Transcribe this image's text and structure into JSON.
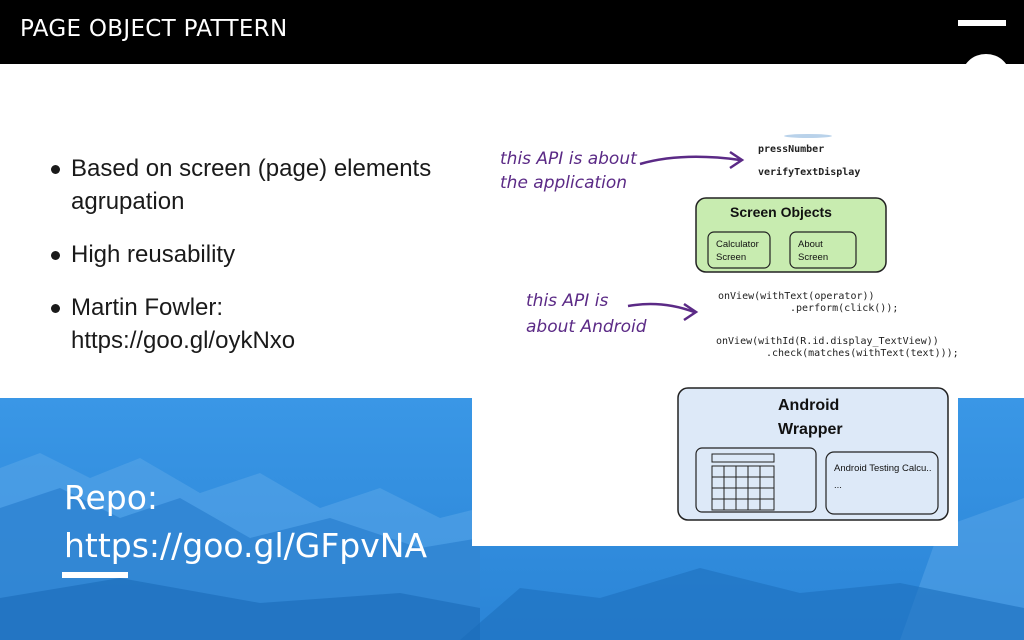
{
  "header": {
    "title": "PAGE OBJECT PATTERN"
  },
  "bullets": [
    {
      "text": "Based on screen (page) elements agrupation"
    },
    {
      "text": "High reusability"
    },
    {
      "text": "Martin Fowler: https://goo.gl/oykNxo"
    }
  ],
  "repo": {
    "line1": "Repo:",
    "line2": "https://goo.gl/GFpvNA"
  },
  "diagram": {
    "note_top_1": "this API is about",
    "note_top_2": "the application",
    "method_1": "pressNumber",
    "method_2": "verifyTextDisplay",
    "screen_objects_title": "Screen Objects",
    "calculator_1": "Calculator",
    "calculator_2": "Screen",
    "about_1": "About",
    "about_2": "Screen",
    "note_bottom_1": "this API is",
    "note_bottom_2": "about Android",
    "code_1": "onView(withText(operator))",
    "code_2": ".perform(click());",
    "code_3": "onView(withId(R.id.display_TextView))",
    "code_4": ".check(matches(withText(text)));",
    "wrapper_1": "Android",
    "wrapper_2": "Wrapper",
    "testing_label": "Android Testing Calcu..",
    "testing_ellipsis": "..."
  },
  "colors": {
    "header_bg": "#000000",
    "band_blue": "#2f8fe0",
    "screen_objects_fill": "#c8ecb0",
    "wrapper_fill": "#dde9f8",
    "handwriting": "#5b2a86"
  },
  "icons": {
    "corner_logo": "logo-fragment-icon"
  }
}
